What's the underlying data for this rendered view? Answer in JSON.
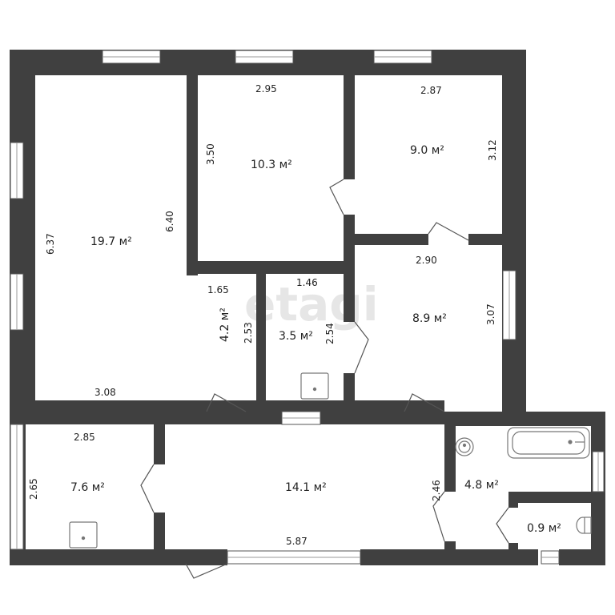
{
  "watermark": "etagi",
  "rooms": {
    "living": {
      "area": "19.7 м²",
      "dim_left": "6.37",
      "dim_right": "6.40",
      "dim_bottom": "3.08"
    },
    "bedroom_1": {
      "area": "10.3 м²",
      "dim_top": "2.95",
      "dim_left": "3.50"
    },
    "bedroom_2": {
      "area": "9.0 м²",
      "dim_top": "2.87",
      "dim_right": "3.12"
    },
    "corridor": {
      "area": "4.2 м²",
      "dim_top": "1.65",
      "dim_right": "2.53"
    },
    "storage": {
      "area": "3.5 м²",
      "dim_top": "1.46",
      "dim_right": "2.54"
    },
    "room_3": {
      "area": "8.9 м²",
      "dim_top": "2.90",
      "dim_right": "3.07"
    },
    "kitchen": {
      "area": "7.6 м²",
      "dim_top": "2.85",
      "dim_left": "2.65"
    },
    "hall": {
      "area": "14.1 м²",
      "dim_bottom": "5.87",
      "dim_right": "2.46"
    },
    "bathroom": {
      "area": "4.8 м²"
    },
    "toilet": {
      "area": "0.9 м²"
    }
  },
  "colors": {
    "wall": "#404040",
    "window": "#ffffff",
    "fixture": "#888888"
  }
}
